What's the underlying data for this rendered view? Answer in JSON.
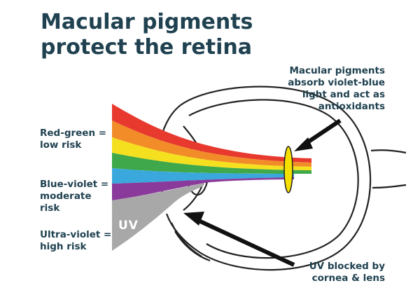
{
  "title": {
    "line1": "Macular pigments",
    "line2": "protect the retina"
  },
  "labels": {
    "red_green": {
      "line1": "Red-green =",
      "line2": "low risk"
    },
    "blue_violet": {
      "line1": "Blue-violet =",
      "line2": "moderate",
      "line3": "risk"
    },
    "ultra_violet": {
      "line1": "Ultra-violet =",
      "line2": "high risk"
    },
    "uv_band": "UV",
    "macular": {
      "line1": "Macular pigments",
      "line2": "absorb violet-blue",
      "line3": "light and act as",
      "line4": "antioxidants"
    },
    "uv_blocked": {
      "line1": "UV blocked by",
      "line2": "cornea & lens"
    }
  },
  "colors": {
    "heading": "#1f4150",
    "red": "#e8392f",
    "orange": "#f28c28",
    "yellow": "#f4e01f",
    "green": "#3ea84a",
    "blue": "#3aa8dc",
    "violet": "#8a3a9a",
    "uv": "#a8a8a8",
    "macula": "#f5e000"
  }
}
